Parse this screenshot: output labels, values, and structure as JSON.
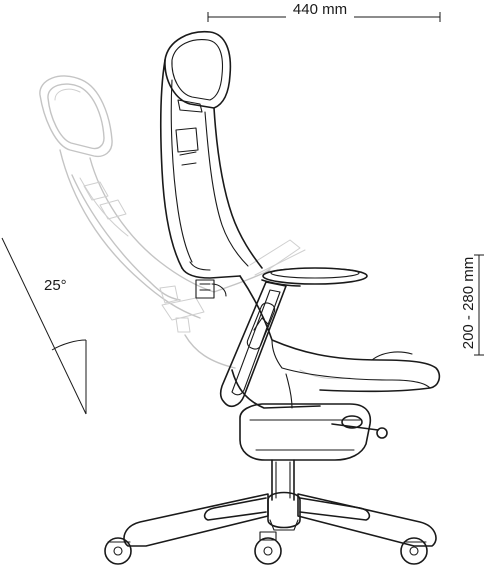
{
  "dimensions": {
    "seat_width": "440 mm",
    "armrest_height": "200 - 280 mm",
    "recline_angle": "25°"
  }
}
